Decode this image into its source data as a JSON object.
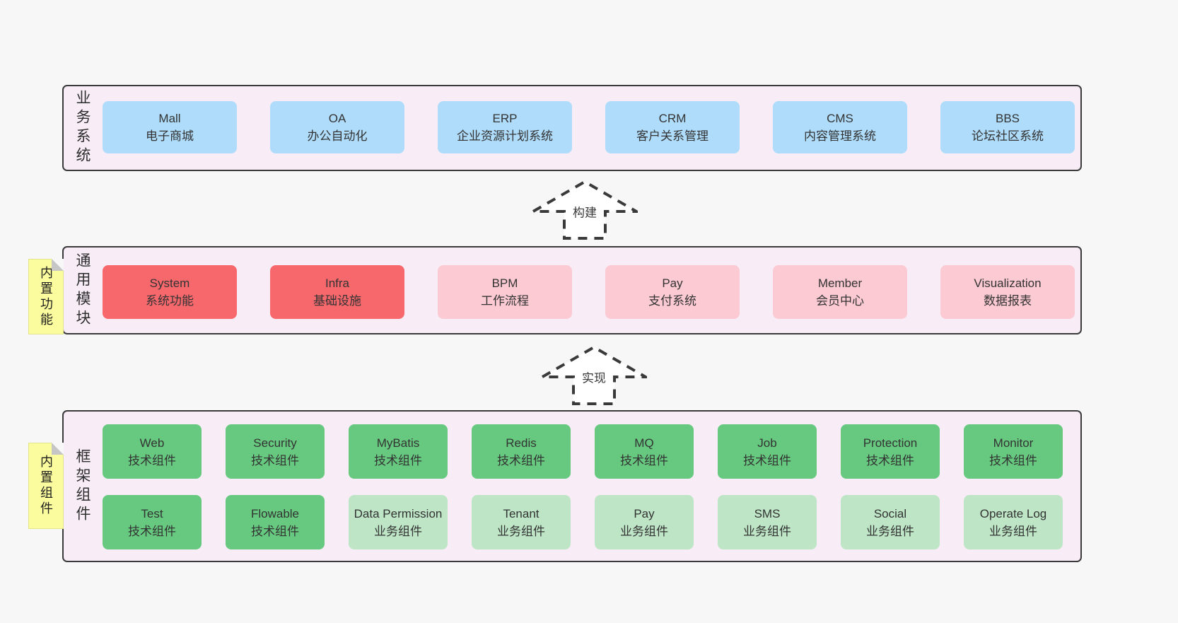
{
  "page": {
    "background": "#f7f7f7",
    "panel_background": "#f8edf6",
    "panel_border": "#3a3a3a"
  },
  "colors": {
    "blue": "#aedcfa",
    "red": "#f7686d",
    "pink": "#fccad3",
    "green": "#66c97f",
    "light_green": "#bde5c6",
    "note_yellow": "#fbfc9d"
  },
  "arrows": [
    {
      "label": "构建"
    },
    {
      "label": "实现"
    }
  ],
  "sections": [
    {
      "id": "business-systems",
      "label": "业务系统",
      "note": "",
      "rows": [
        [
          {
            "name": "Mall",
            "desc": "电子商城",
            "color": "blue"
          },
          {
            "name": "OA",
            "desc": "办公自动化",
            "color": "blue"
          },
          {
            "name": "ERP",
            "desc": "企业资源计划系统",
            "color": "blue"
          },
          {
            "name": "CRM",
            "desc": "客户关系管理",
            "color": "blue"
          },
          {
            "name": "CMS",
            "desc": "内容管理系统",
            "color": "blue"
          },
          {
            "name": "BBS",
            "desc": "论坛社区系统",
            "color": "blue"
          }
        ]
      ]
    },
    {
      "id": "common-modules",
      "label": "通用模块",
      "note": "内置功能",
      "rows": [
        [
          {
            "name": "System",
            "desc": "系统功能",
            "color": "red"
          },
          {
            "name": "Infra",
            "desc": "基础设施",
            "color": "red"
          },
          {
            "name": "BPM",
            "desc": "工作流程",
            "color": "pink"
          },
          {
            "name": "Pay",
            "desc": "支付系统",
            "color": "pink"
          },
          {
            "name": "Member",
            "desc": "会员中心",
            "color": "pink"
          },
          {
            "name": "Visualization",
            "desc": "数据报表",
            "color": "pink"
          }
        ]
      ]
    },
    {
      "id": "framework-components",
      "label": "框架组件",
      "note": "内置组件",
      "rows": [
        [
          {
            "name": "Web",
            "desc": "技术组件",
            "color": "green"
          },
          {
            "name": "Security",
            "desc": "技术组件",
            "color": "green"
          },
          {
            "name": "MyBatis",
            "desc": "技术组件",
            "color": "green"
          },
          {
            "name": "Redis",
            "desc": "技术组件",
            "color": "green"
          },
          {
            "name": "MQ",
            "desc": "技术组件",
            "color": "green"
          },
          {
            "name": "Job",
            "desc": "技术组件",
            "color": "green"
          },
          {
            "name": "Protection",
            "desc": "技术组件",
            "color": "green"
          },
          {
            "name": "Monitor",
            "desc": "技术组件",
            "color": "green"
          }
        ],
        [
          {
            "name": "Test",
            "desc": "技术组件",
            "color": "green"
          },
          {
            "name": "Flowable",
            "desc": "技术组件",
            "color": "green"
          },
          {
            "name": "Data Permission",
            "desc": "业务组件",
            "color": "light_green"
          },
          {
            "name": "Tenant",
            "desc": "业务组件",
            "color": "light_green"
          },
          {
            "name": "Pay",
            "desc": "业务组件",
            "color": "light_green"
          },
          {
            "name": "SMS",
            "desc": "业务组件",
            "color": "light_green"
          },
          {
            "name": "Social",
            "desc": "业务组件",
            "color": "light_green"
          },
          {
            "name": "Operate Log",
            "desc": "业务组件",
            "color": "light_green"
          }
        ]
      ]
    }
  ]
}
